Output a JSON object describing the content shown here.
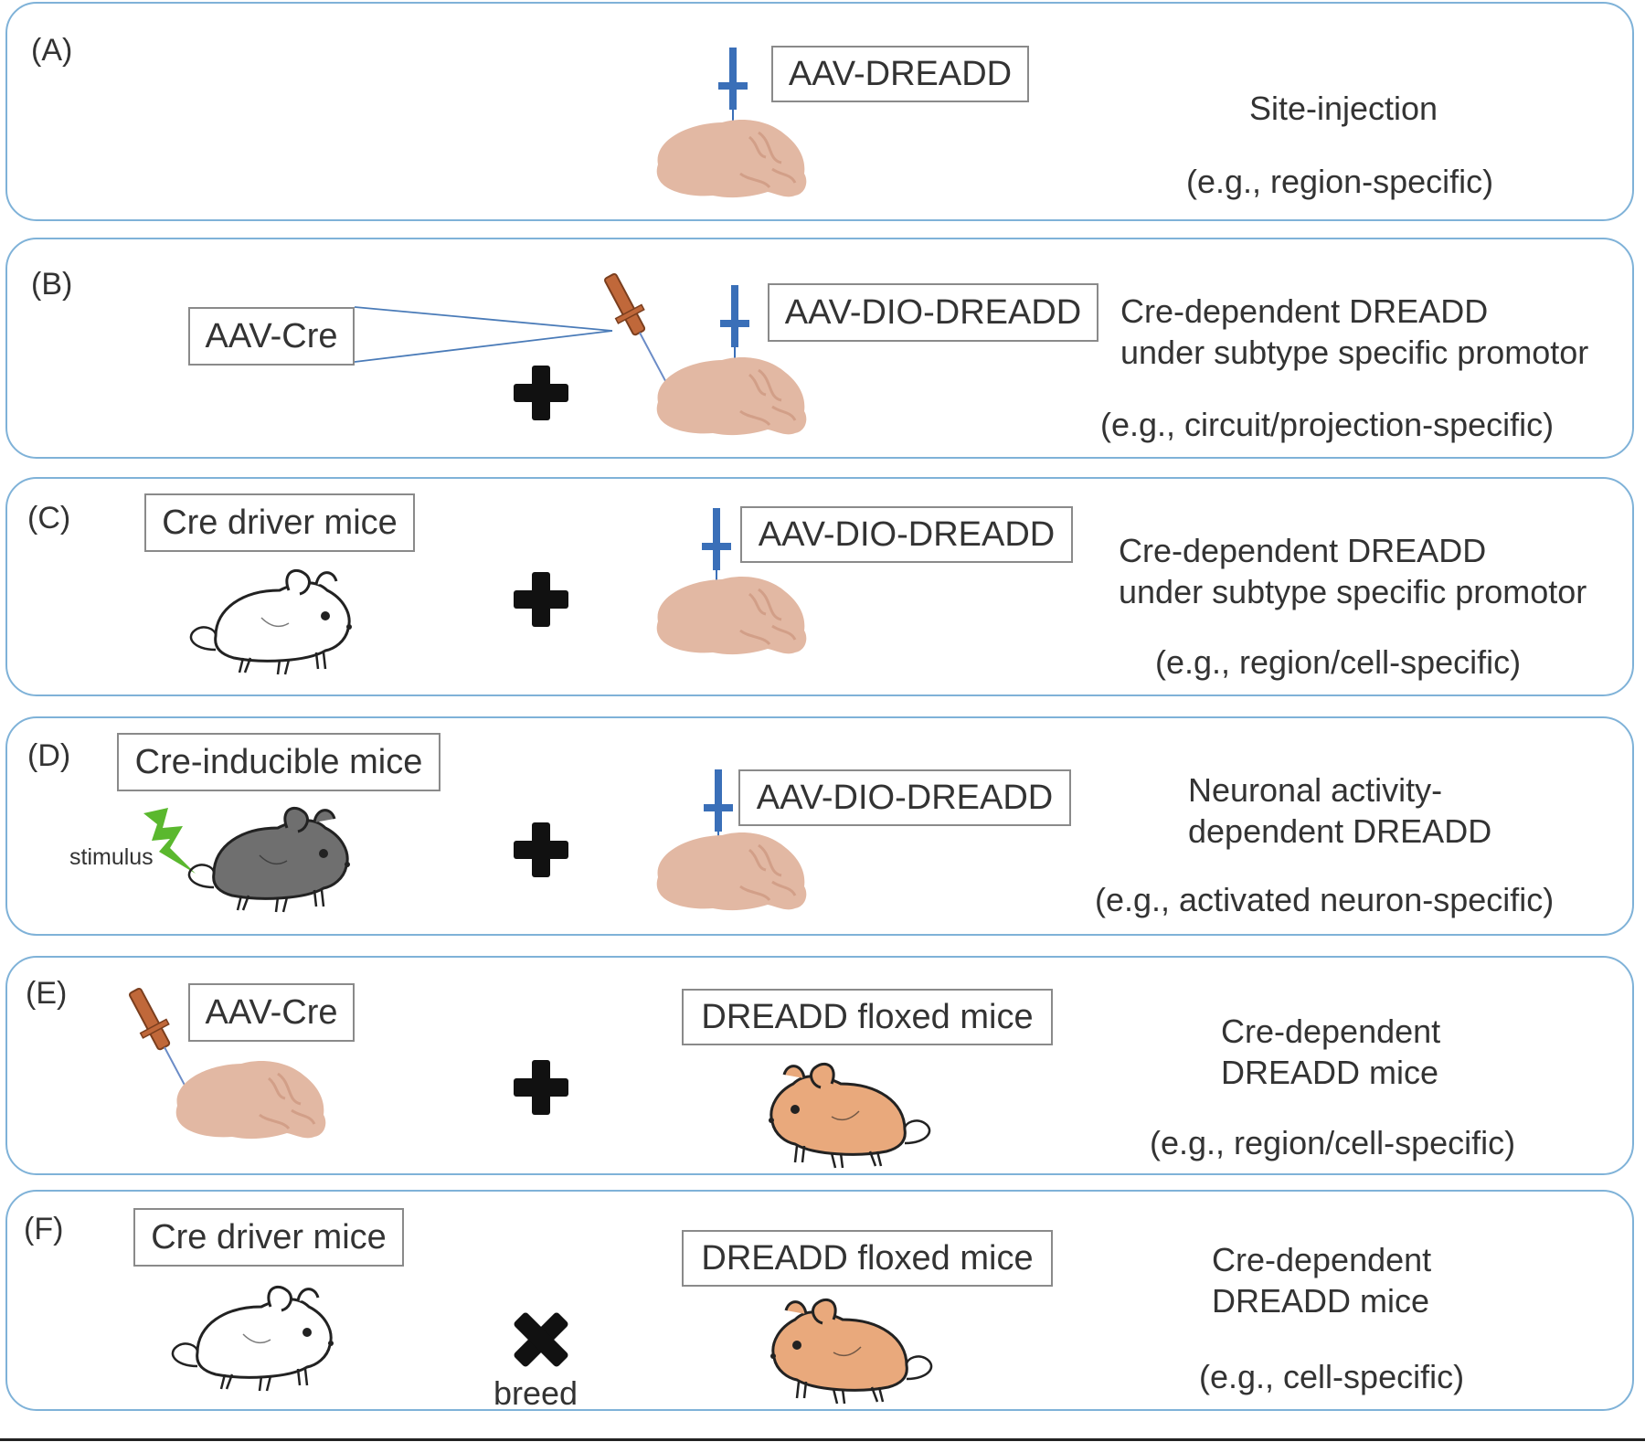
{
  "panels": [
    {
      "label": "(A)",
      "boxes": [
        "AAV-DREADD"
      ],
      "desc": [
        "Site-injection"
      ],
      "example": "(e.g., region-specific)"
    },
    {
      "label": "(B)",
      "boxes": [
        "AAV-Cre",
        "AAV-DIO-DREADD"
      ],
      "desc": [
        "Cre-dependent DREADD",
        "under subtype specific promotor"
      ],
      "example": "(e.g., circuit/projection-specific)"
    },
    {
      "label": "(C)",
      "boxes": [
        "Cre driver mice",
        "AAV-DIO-DREADD"
      ],
      "desc": [
        "Cre-dependent DREADD",
        "under subtype specific promotor"
      ],
      "example": "(e.g., region/cell-specific)"
    },
    {
      "label": "(D)",
      "boxes": [
        "Cre-inducible mice",
        "AAV-DIO-DREADD"
      ],
      "desc": [
        "Neuronal activity-",
        "dependent DREADD"
      ],
      "example": "(e.g., activated neuron-specific)",
      "stimulus": "stimulus"
    },
    {
      "label": "(E)",
      "boxes": [
        "AAV-Cre",
        "DREADD floxed mice"
      ],
      "desc": [
        "Cre-dependent",
        "DREADD mice"
      ],
      "example": "(e.g., region/cell-specific)"
    },
    {
      "label": "(F)",
      "boxes": [
        "Cre driver mice",
        "DREADD floxed mice"
      ],
      "desc": [
        "Cre-dependent",
        "DREADD mice"
      ],
      "example": "(e.g., cell-specific)",
      "breed": "breed"
    }
  ],
  "colors": {
    "panel_border": "#7fb2d8",
    "syringe_blue": "#3a6fb8",
    "syringe_orange": "#c0683a",
    "brain": "#e2b8a3",
    "mouse_white": "#ffffff",
    "mouse_gray": "#6f6f6f",
    "mouse_orange": "#e9a97c",
    "stimulus_green": "#5ab82e"
  },
  "icons": {
    "plus": "plus-icon",
    "cross": "cross-icon",
    "brain": "brain-icon",
    "blue_syringe": "syringe-icon",
    "orange_syringe": "syringe-icon",
    "mouse": "mouse-icon",
    "lightning": "lightning-icon"
  }
}
